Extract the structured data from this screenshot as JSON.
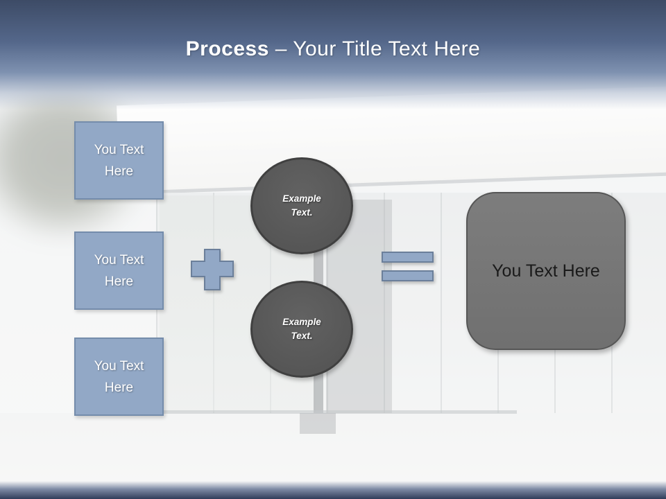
{
  "title": {
    "bold": "Process",
    "regular": " – Your Title Text Here"
  },
  "left_boxes": [
    {
      "label": "You Text Here"
    },
    {
      "label": "You Text Here"
    },
    {
      "label": "You Text Here"
    }
  ],
  "operators": {
    "plus_icon": "plus-sign",
    "equals_icon": "equals-sign"
  },
  "circles": [
    {
      "label": "Example Text."
    },
    {
      "label": "Example Text."
    }
  ],
  "result_box": {
    "label": "You Text Here"
  },
  "colors": {
    "accent_blue": "#92a8c6",
    "accent_blue_border": "#748cab",
    "circle_gray": "#595959",
    "circle_border": "#404040",
    "result_gray": "#767676",
    "result_border": "#565656",
    "title_text": "#ffffff",
    "top_gradient_dark": "#3d4b66",
    "bottom_bar_dark": "#2f3c59"
  }
}
